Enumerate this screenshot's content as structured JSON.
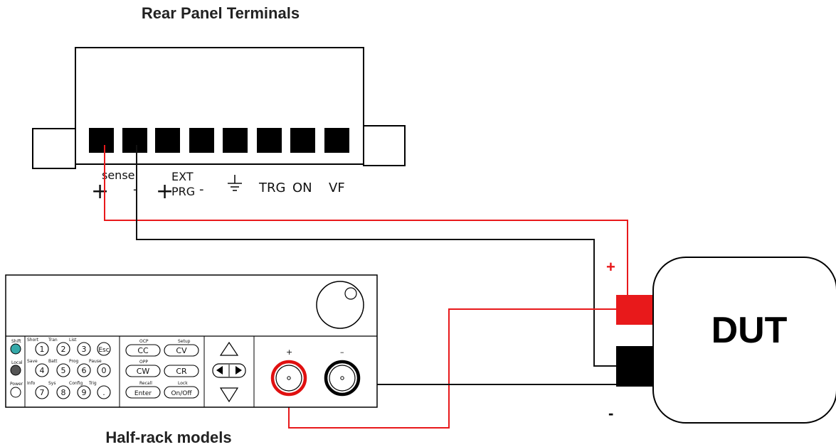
{
  "diagram": {
    "rear_panel_title": "Rear Panel Terminals",
    "bottom_title": "Half-rack models",
    "rear_labels": {
      "sense": "sense",
      "plus1": "+",
      "minus1": "-",
      "plus2": "+",
      "ext": "EXT",
      "prg": "PRG",
      "minus2": "-",
      "trg": "TRG",
      "on": "ON",
      "vf": "VF"
    },
    "dut_label": "DUT",
    "dut_plus": "+",
    "dut_minus": "-",
    "front_panel": {
      "left_labels": {
        "shift": "Shift",
        "local": "Local",
        "power": "Power"
      },
      "numpad": [
        {
          "top": "Short",
          "key": "1"
        },
        {
          "top": "Tran",
          "key": "2"
        },
        {
          "top": "List",
          "key": "3"
        },
        {
          "top": "",
          "key": "Esc"
        },
        {
          "top": "Save",
          "key": "4"
        },
        {
          "top": "Batt",
          "key": "5"
        },
        {
          "top": "Prog",
          "key": "6"
        },
        {
          "top": "Pause",
          "key": "0"
        },
        {
          "top": "Info",
          "key": "7"
        },
        {
          "top": "Sys",
          "key": "8"
        },
        {
          "top": "Config",
          "key": "9"
        },
        {
          "top": "Trig",
          "key": "."
        }
      ],
      "mode_keys": [
        {
          "top": "OCP",
          "key": "CC"
        },
        {
          "top": "Setup",
          "key": "CV"
        },
        {
          "top": "OPP",
          "key": "CW"
        },
        {
          "top": "",
          "key": "CR"
        },
        {
          "top": "Recall",
          "key": "Enter"
        },
        {
          "top": "Lock",
          "key": "On/Off"
        }
      ],
      "terminal_plus": "+",
      "terminal_minus": "–"
    },
    "colors": {
      "red_wire": "#e8191b",
      "black_wire": "#111111",
      "shift_led": "#35a9a9",
      "local_led": "#555555",
      "terminal_red": "#e01010"
    }
  }
}
